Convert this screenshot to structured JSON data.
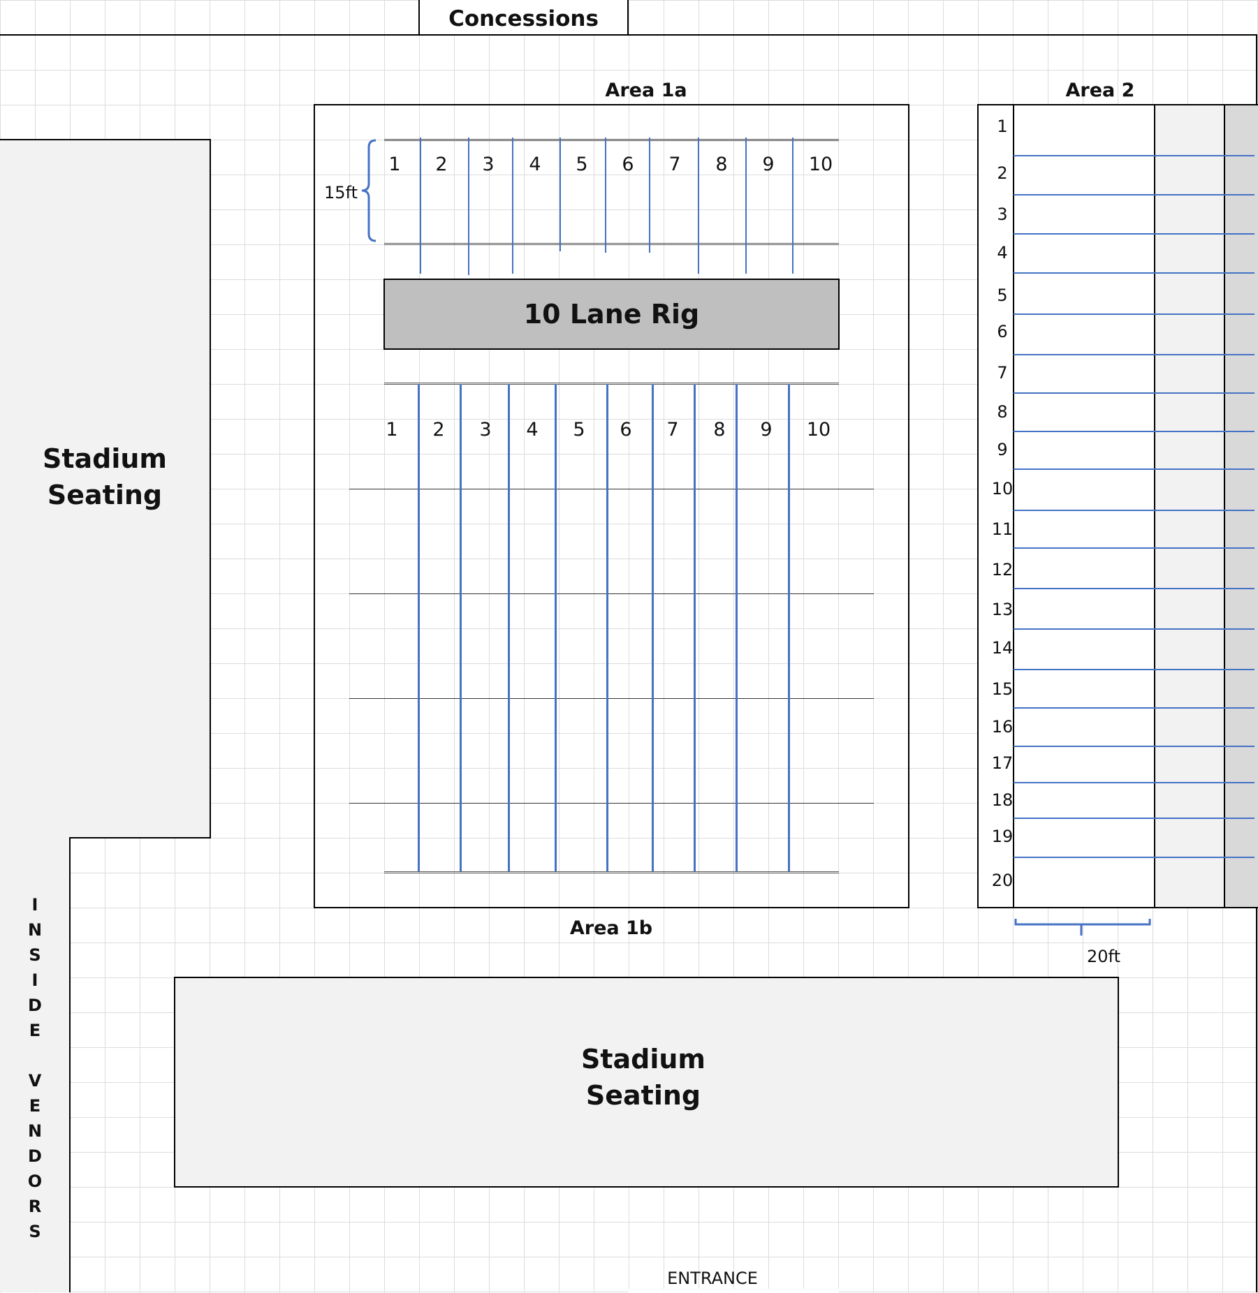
{
  "labels": {
    "concessions": "Concessions",
    "area_1a": "Area 1a",
    "area_1b": "Area 1b",
    "area_2": "Area 2",
    "rig": "10 Lane Rig",
    "stadium_left": "Stadium Seating",
    "stadium_bottom": "Stadium Seating",
    "vendors": [
      "I",
      "N",
      "S",
      "I",
      "D",
      "E",
      "",
      "V",
      "E",
      "N",
      "D",
      "O",
      "R",
      "S"
    ],
    "dim_15ft": "15ft",
    "dim_20ft": "20ft",
    "entrance": "ENTRANCE"
  },
  "lanes_top": [
    "1",
    "2",
    "3",
    "4",
    "5",
    "6",
    "7",
    "8",
    "9",
    "10"
  ],
  "lanes_bottom": [
    "1",
    "2",
    "3",
    "4",
    "5",
    "6",
    "7",
    "8",
    "9",
    "10"
  ],
  "area2_spots": [
    "1",
    "2",
    "3",
    "4",
    "5",
    "6",
    "7",
    "8",
    "9",
    "10",
    "11",
    "12",
    "13",
    "14",
    "15",
    "16",
    "17",
    "18",
    "19",
    "20"
  ],
  "colors": {
    "grid": "#dcdcdc",
    "seating_fill": "#f2f2f2",
    "rig_fill": "#bfbfbf",
    "blue_line": "#4472c4",
    "area2_col_light": "#f2f2f2",
    "area2_col_dark": "#d9d9d9"
  }
}
